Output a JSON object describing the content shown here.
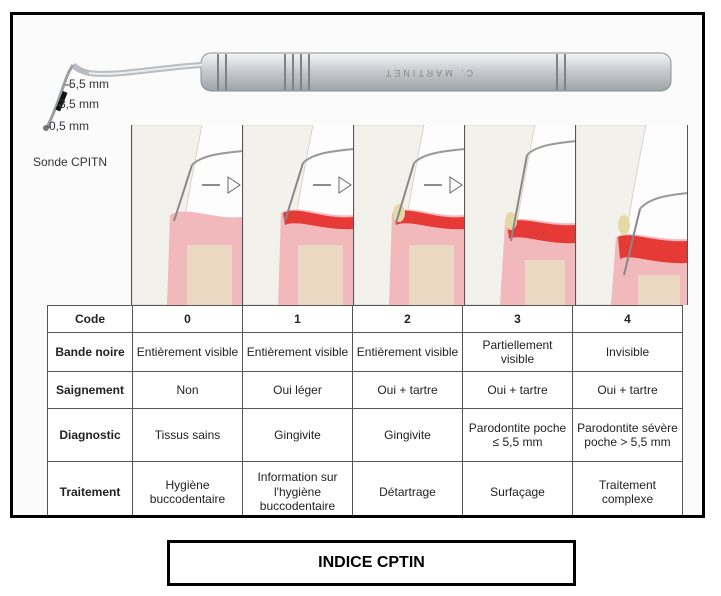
{
  "probe": {
    "labels": [
      "5,5 mm",
      "3,5 mm",
      "0,5 mm"
    ],
    "name": "Sonde CPITN",
    "engraving": "C. MARTINET"
  },
  "table": {
    "row_headers": [
      "Code",
      "Bande noire",
      "Saignement",
      "Diagnostic",
      "Traitement"
    ],
    "columns": [
      {
        "code": "0",
        "bande": "Entièrement visible",
        "saignement": "Non",
        "diagnostic": "Tissus sains",
        "traitement": "Hygiène buccodentaire"
      },
      {
        "code": "1",
        "bande": "Entièrement visible",
        "saignement": "Oui léger",
        "diagnostic": "Gingivite",
        "traitement": "Information sur l'hygiène buccodentaire"
      },
      {
        "code": "2",
        "bande": "Entièrement visible",
        "saignement": "Oui + tartre",
        "diagnostic": "Gingivite",
        "traitement": "Détartrage"
      },
      {
        "code": "3",
        "bande": "Partiellement visible",
        "saignement": "Oui + tartre",
        "diagnostic": "Parodontite poche ≤ 5,5 mm",
        "traitement": "Surfaçage"
      },
      {
        "code": "4",
        "bande": "Invisible",
        "saignement": "Oui + tartre",
        "diagnostic": "Parodontite sévère poche > 5,5 mm",
        "traitement": "Traitement complexe"
      }
    ]
  },
  "caption": "INDICE CPTIN",
  "colors": {
    "gum": "#f2b9bd",
    "inflamed": "#e53a36",
    "tooth": "#f3f1ec",
    "bone": "#e9dcc3",
    "probe": "#cfd3d6"
  }
}
